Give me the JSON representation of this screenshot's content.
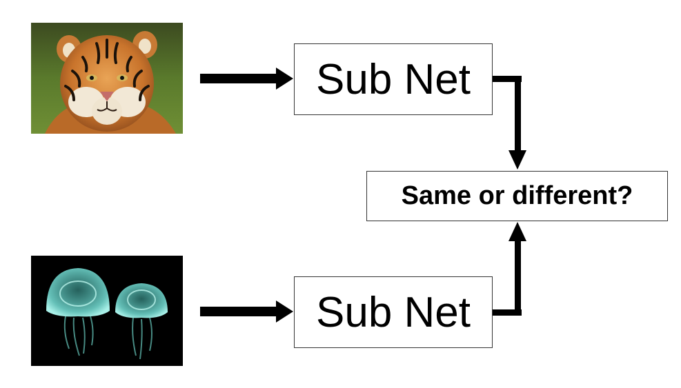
{
  "diagram": {
    "input_top": {
      "icon": "tiger-photo"
    },
    "input_bottom": {
      "icon": "jellyfish-photo"
    },
    "subnet_top": {
      "label": "Sub Net"
    },
    "subnet_bottom": {
      "label": "Sub Net"
    },
    "compare": {
      "label": "Same or different?"
    }
  },
  "colors": {
    "arrow": "#000000",
    "box_border": "#333333",
    "jelly_glow": "#7fe0d8",
    "tiger_orange": "#d4843a"
  }
}
